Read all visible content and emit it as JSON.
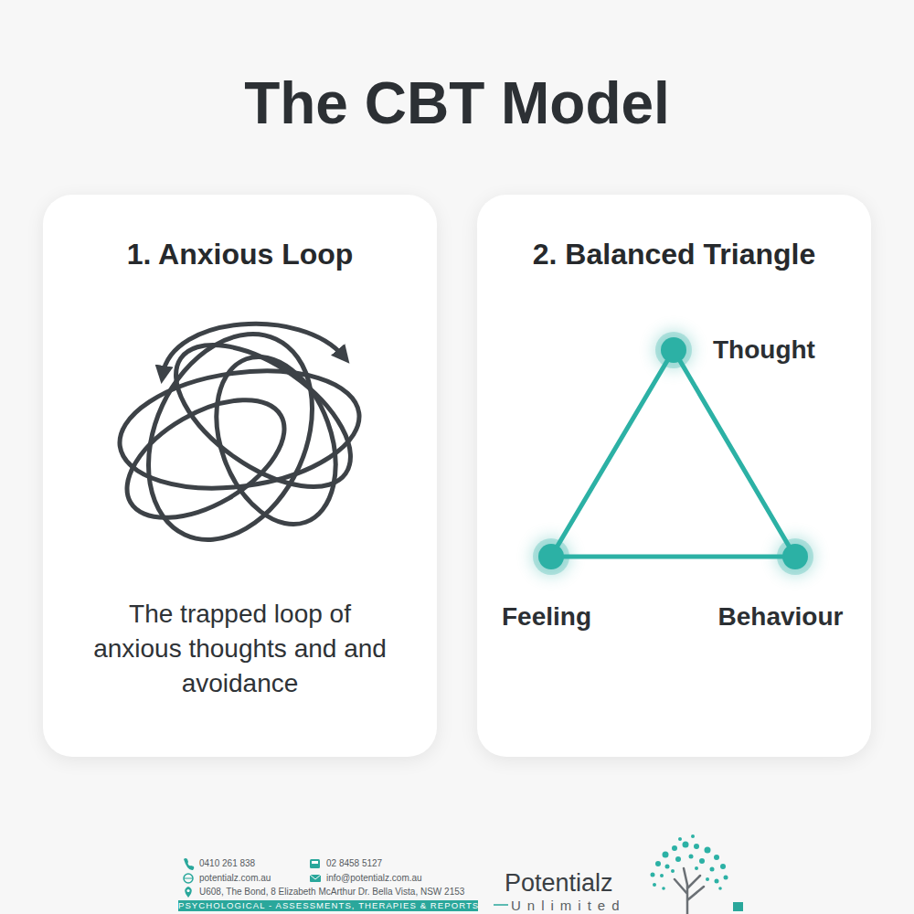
{
  "diagram": {
    "title": "The CBT Model",
    "nodes": [
      {
        "text": [
          "1. Anxious Loop",
          "The trapped loop of anxious thoughts and and avoidance"
        ]
      },
      {
        "text": [
          "2. Balanced Triangle"
        ]
      },
      {
        "text": [
          "Thought"
        ],
        "in": 1
      },
      {
        "text": [
          "Feeling"
        ],
        "in": 1
      },
      {
        "text": [
          "Behaviour"
        ],
        "in": 1
      }
    ],
    "edges": [
      {
        "from": 2,
        "to": 4,
        "arrow": "none"
      },
      {
        "from": 4,
        "to": 3,
        "arrow": "none"
      },
      {
        "from": 3,
        "to": 2,
        "arrow": "none"
      }
    ],
    "labels": [
      "0410 261 838",
      "02 8458 5127",
      "potentialz.com.au",
      "info@potentialz.com.au",
      "U608, The Bond, 8 Elizabeth McArthur Dr. Bella Vista, NSW 2153",
      "PSYCHOLOGICAL - ASSESSMENTS, THERAPIES & REPORTS",
      "Potentialz",
      "Unlimited"
    ]
  }
}
